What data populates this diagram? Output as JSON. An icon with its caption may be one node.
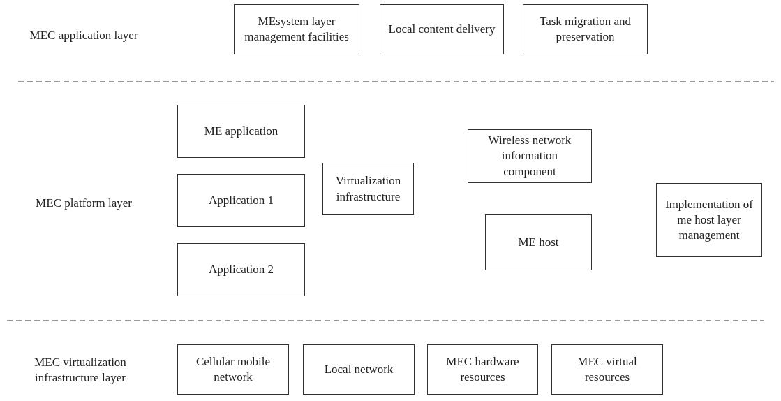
{
  "diagram": {
    "nodes": [
      {
        "text": [
          "MEsystem layer management facilities"
        ]
      },
      {
        "text": [
          "Local content delivery"
        ]
      },
      {
        "text": [
          "Task migration and preservation"
        ]
      },
      {
        "text": [
          "ME application"
        ]
      },
      {
        "text": [
          "Application 1"
        ]
      },
      {
        "text": [
          "Application 2"
        ]
      },
      {
        "text": [
          "Virtualization infrastructure"
        ]
      },
      {
        "text": [
          "Wireless network information component"
        ]
      },
      {
        "text": [
          "Implementation of me host layer management"
        ]
      },
      {
        "text": [
          "ME host"
        ]
      },
      {
        "text": [
          "Cellular mobile network"
        ]
      },
      {
        "text": [
          "Local network"
        ]
      },
      {
        "text": [
          "MEC hardware resources"
        ]
      },
      {
        "text": [
          "MEC virtual resources"
        ]
      }
    ],
    "edges": [],
    "labels": [
      "MEC application layer",
      "MEC platform layer",
      "MEC virtualization infrastructure layer"
    ]
  }
}
